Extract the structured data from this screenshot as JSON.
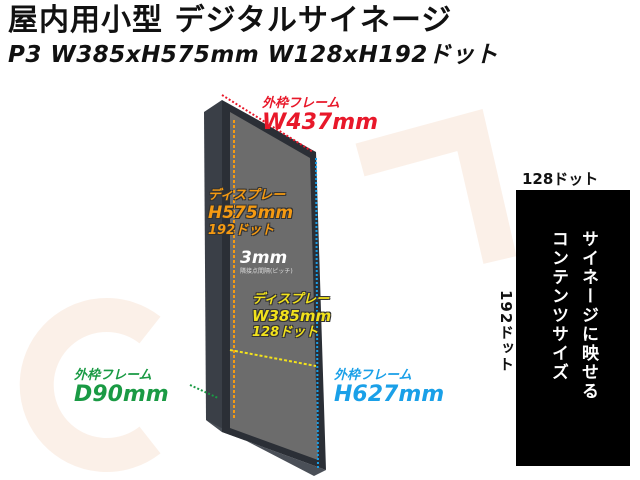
{
  "header": {
    "title": "屋内用小型 デジタルサイネージ",
    "subtitle": "P3 W385xH575mm W128xH192ドット"
  },
  "watermark": "CRENO",
  "product": {
    "frame_width": {
      "label": "外枠フレーム",
      "value": "W437mm",
      "color": "#e8182a"
    },
    "frame_height": {
      "label": "外枠フレーム",
      "value": "H627mm",
      "color": "#1aa0e8"
    },
    "frame_depth": {
      "label": "外枠フレーム",
      "value": "D90mm",
      "color": "#1a9a44"
    },
    "display_height": {
      "label": "ディスプレー",
      "value": "H575mm",
      "dots": "192ドット",
      "color": "#f59a12"
    },
    "display_width": {
      "label": "ディスプレー",
      "value": "W385mm",
      "dots": "128ドット",
      "color": "#f2e21c"
    },
    "pitch": {
      "value": "3mm",
      "note": "隣接点間隔(ピッチ)"
    }
  },
  "content_area": {
    "width_dots": "128ドット",
    "height_dots": "192ドット",
    "text_line1": "サイネージに映せる",
    "text_line2": "コンテンツサイズ"
  }
}
